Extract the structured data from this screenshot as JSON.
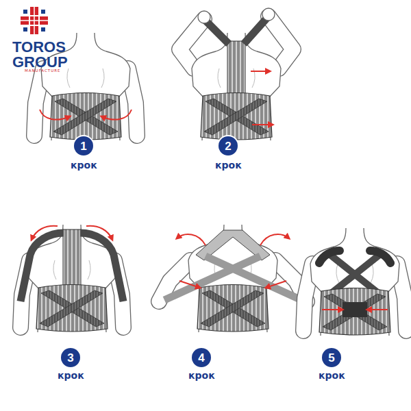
{
  "diagram": {
    "nodes": [
      {
        "text": [
          "1"
        ]
      },
      {
        "text": [
          "2"
        ]
      },
      {
        "text": [
          "3"
        ]
      },
      {
        "text": [
          "4"
        ]
      },
      {
        "text": [
          "5"
        ]
      }
    ],
    "labels": [
      "TOROS GROUP",
      "MANUFACTURE",
      "крок",
      "крок",
      "крок",
      "крок",
      "крок"
    ]
  }
}
